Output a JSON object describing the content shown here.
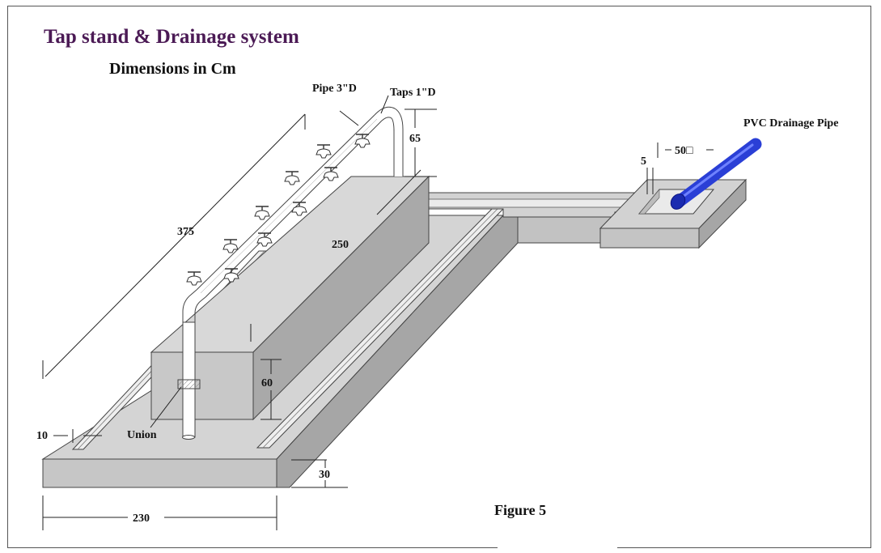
{
  "header": {
    "title": "Tap stand & Drainage system",
    "subtitle": "Dimensions in Cm"
  },
  "labels": {
    "pipe": "Pipe 3\"D",
    "taps": "Taps 1\"D",
    "pvc_pipe": "PVC Drainage Pipe",
    "union": "Union",
    "figure": "Figure 5"
  },
  "dimensions": {
    "length": "375",
    "platform_length": "250",
    "riser_height": "65",
    "block_height": "60",
    "channel_width": "10",
    "slab_thickness": "30",
    "width": "230",
    "pit_wall": "5",
    "pit_width": "50□"
  },
  "colors": {
    "title": "#4b1a55",
    "concrete_top": "#d3d3d3",
    "concrete_side": "#a7a7a7",
    "concrete_front": "#c4c4c4",
    "pvc_pipe": "#2a3fd6"
  }
}
